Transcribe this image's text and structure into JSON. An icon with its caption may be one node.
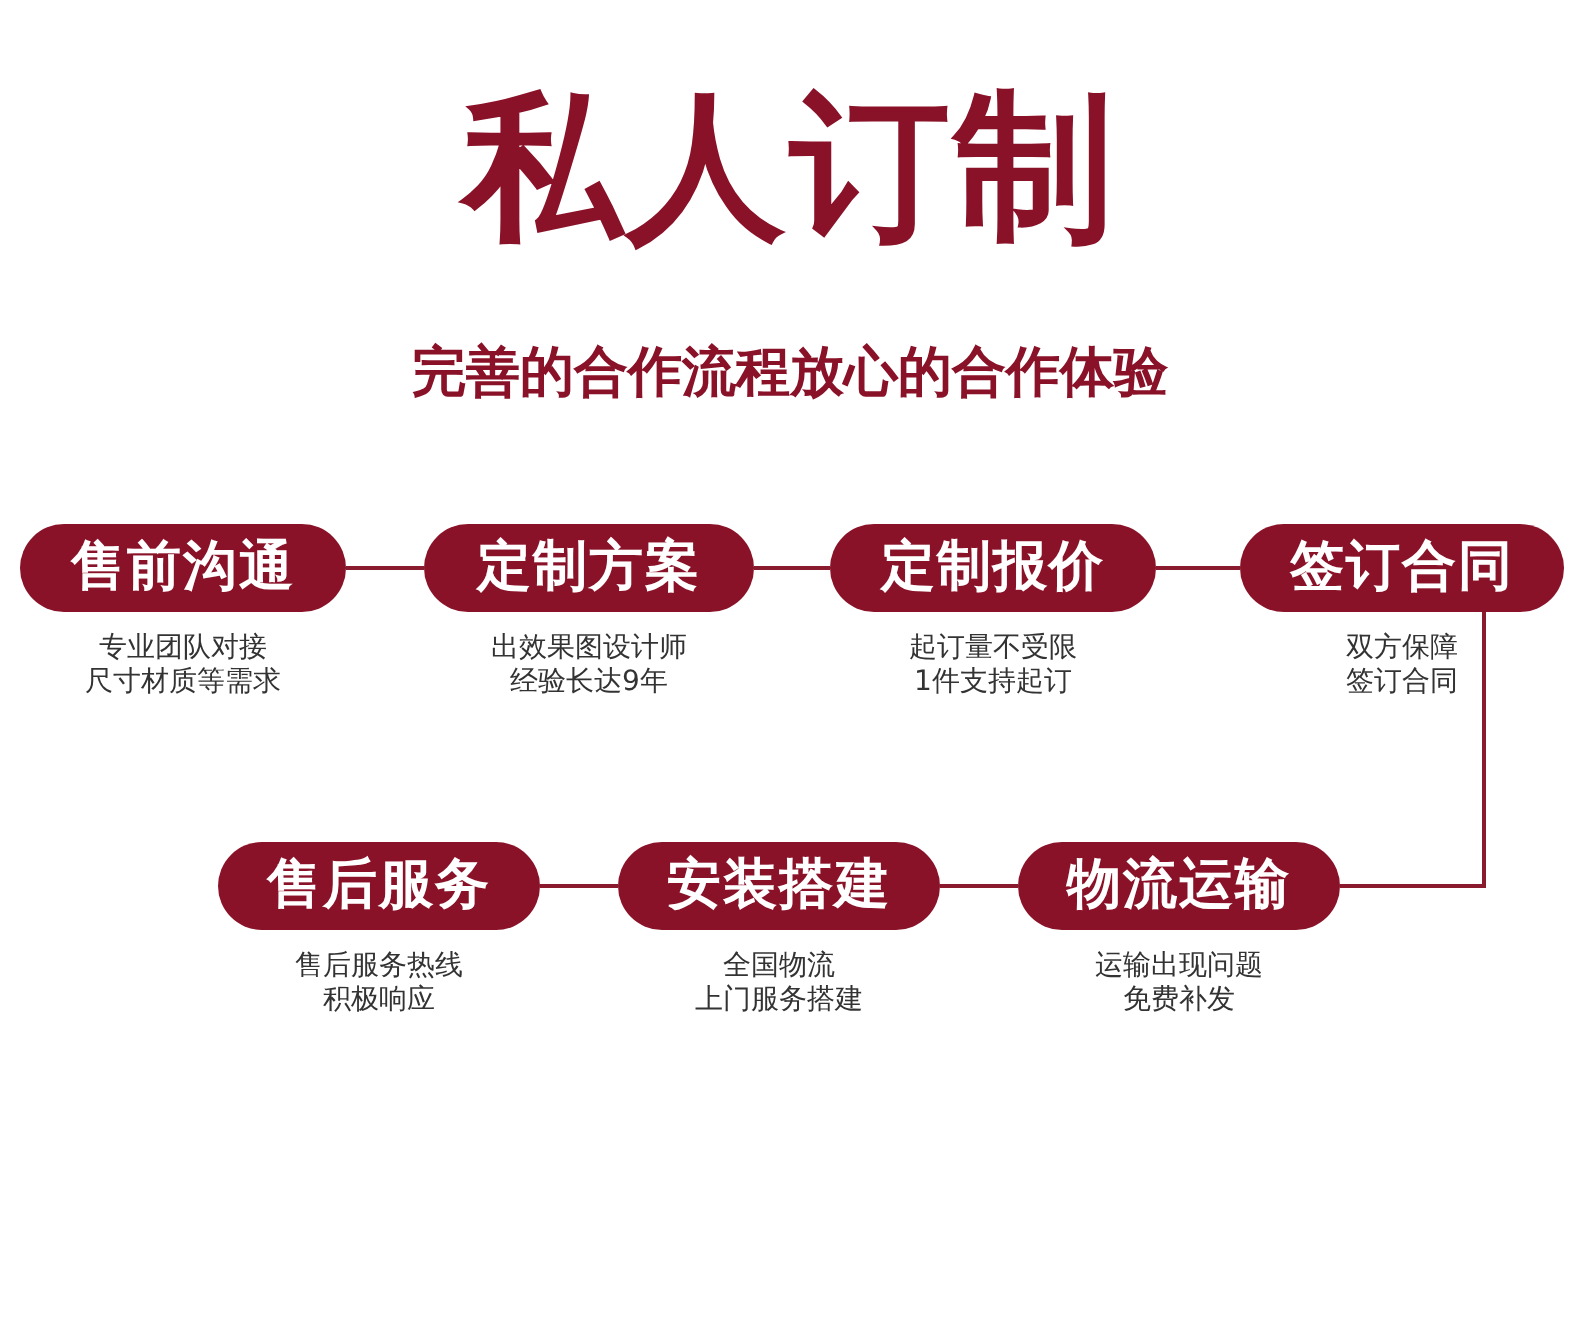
{
  "diagram": {
    "title": "私人订制",
    "nodes": [
      {
        "text": [
          "售前沟通"
        ],
        "beside": [
          "专业团队对接",
          "尺寸材质等需求"
        ]
      },
      {
        "text": [
          "定制方案"
        ],
        "beside": [
          "出效果图设计师",
          "经验长达9年"
        ]
      },
      {
        "text": [
          "定制报价"
        ],
        "beside": [
          "起订量不受限",
          "1件支持起订"
        ]
      },
      {
        "text": [
          "签订合同"
        ],
        "beside": [
          "双方保障",
          "签订合同"
        ]
      },
      {
        "text": [
          "售后服务"
        ],
        "beside": [
          "售后服务热线",
          "积极响应"
        ]
      },
      {
        "text": [
          "安装搭建"
        ],
        "beside": [
          "全国物流",
          "上门服务搭建"
        ]
      },
      {
        "text": [
          "物流运输"
        ],
        "beside": [
          "运输出现问题",
          "免费补发"
        ]
      }
    ],
    "edges": [
      {
        "from": 0,
        "to": 1,
        "arrow": "none"
      },
      {
        "from": 1,
        "to": 2,
        "arrow": "none"
      },
      {
        "from": 2,
        "to": 3,
        "arrow": "none"
      },
      {
        "from": 3,
        "to": 6,
        "arrow": "none"
      },
      {
        "from": 6,
        "to": 5,
        "arrow": "none"
      },
      {
        "from": 5,
        "to": 4,
        "arrow": "none"
      }
    ],
    "labels": [
      "完善的合作流程放心的合作体验"
    ]
  }
}
